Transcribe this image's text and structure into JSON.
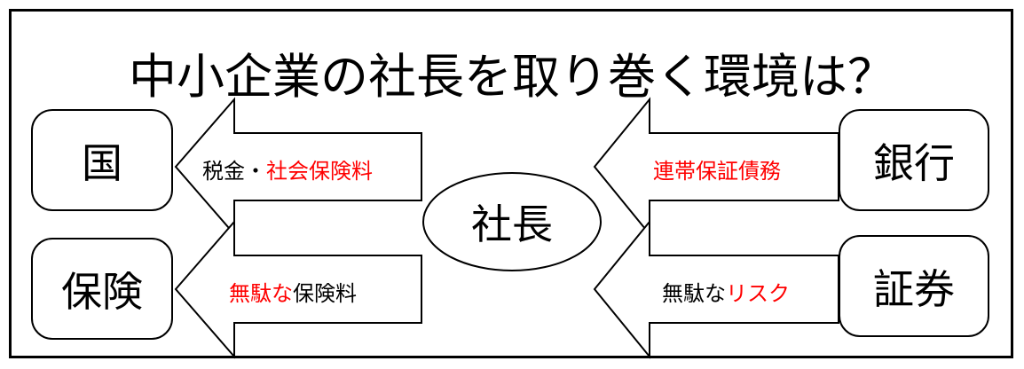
{
  "title": "中小企業の社長を取り巻く環境は？",
  "center": "社長",
  "entities": {
    "kuni": "国",
    "hoken": "保険",
    "ginko": "銀行",
    "shoken": "証券"
  },
  "arrows": {
    "kuni": {
      "black": "税金・",
      "red": "社会保険料"
    },
    "hoken": {
      "red": "無駄な",
      "black": "保険料"
    },
    "ginko": {
      "red": "連帯保証債務"
    },
    "shoken": {
      "black": "無駄な",
      "red": "リスク"
    }
  },
  "colors": {
    "highlight": "#ff0000",
    "line": "#000000"
  }
}
